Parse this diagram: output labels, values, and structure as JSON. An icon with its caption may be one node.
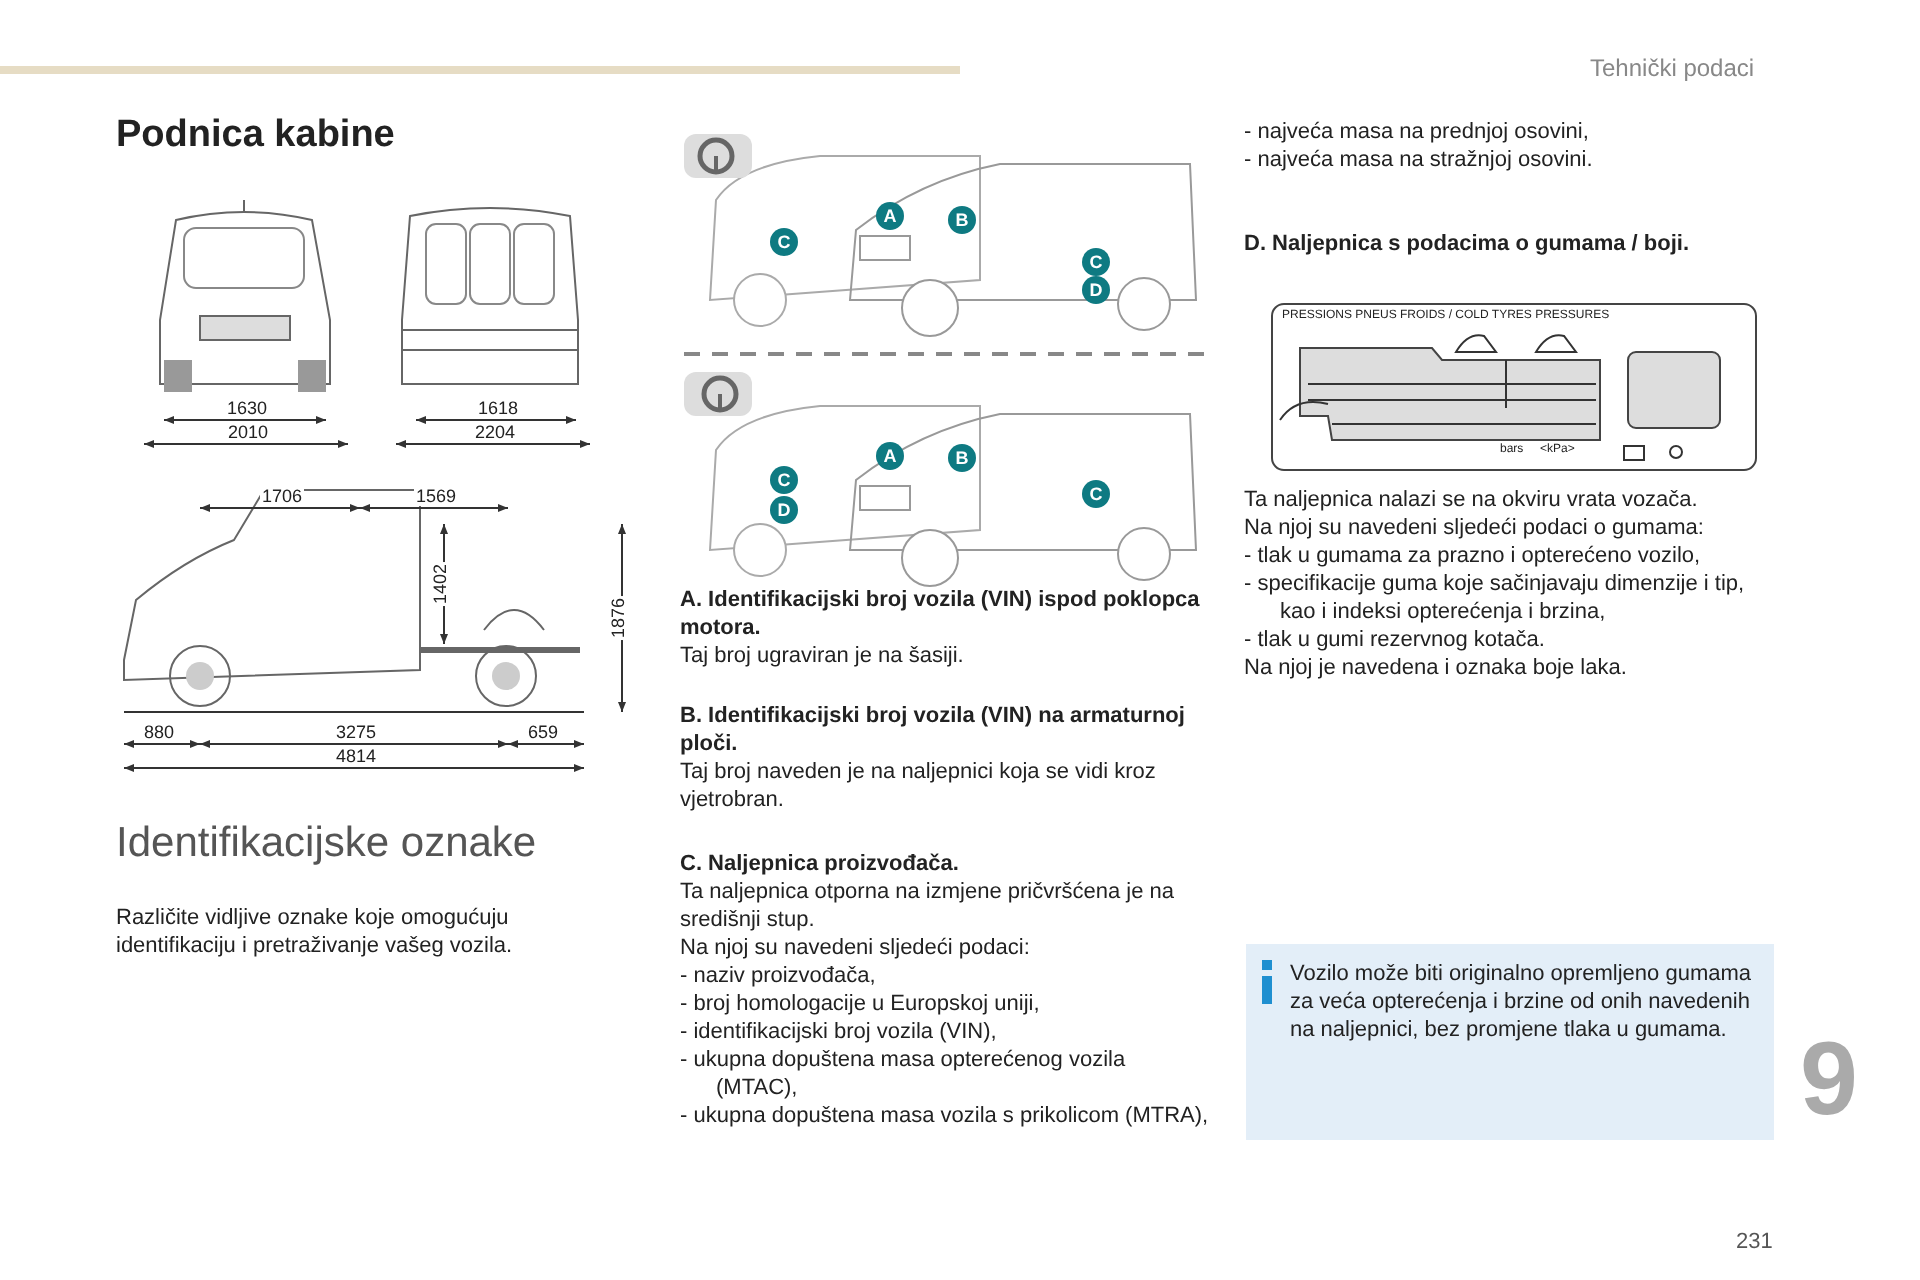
{
  "diagram": {
    "labels": [
      "Tehnički podaci",
      "Podnica kabine",
      "1630",
      "2010",
      "1618",
      "2204",
      "1706",
      "1569",
      "1402",
      "1876",
      "880",
      "3275",
      "659",
      "4814",
      "Identifikacijske oznake",
      "Različite vidljive oznake koje omogućuju identifikaciju i pretraživanje vašeg vozila.",
      "A",
      "B",
      "C",
      "C",
      "D",
      "A",
      "B",
      "C",
      "D",
      "C",
      "A. Identifikacijski broj vozila (VIN) ispod poklopca motora.",
      "Taj broj ugraviran je na šasiji.",
      "B. Identifikacijski broj vozila (VIN) na armaturnoj ploči.",
      "Taj broj naveden je na naljepnici koja se vidi kroz vjetrobran.",
      "C. Naljepnica proizvođača.",
      "Ta naljepnica otporna na izmjene pričvršćena je na središnji stup.",
      "Na njoj su navedeni sljedeći podaci:",
      "- naziv proizvođača,",
      "- broj homologacije u Europskoj uniji,",
      "- identifikacijski broj vozila (VIN),",
      "- ukupna dopuštena masa opterećenog vozila (MTAC),",
      "- ukupna dopuštena masa vozila s prikolicom (MTRA),",
      "- najveća masa na prednjoj osovini,",
      "- najveća masa na stražnjoj osovini.",
      "D. Naljepnica s podacima o gumama / boji.",
      "PRESSIONS PNEUS FROIDS / COLD TYRES PRESSURES",
      "bars",
      "<kPa>",
      "Ta naljepnica nalazi se na okviru vrata vozača.",
      "Na njoj su navedeni sljedeći podaci o gumama:",
      "- tlak u gumama za prazno i opterećeno vozilo,",
      "- specifikacije guma koje sačinjavaju dimenzije i tip, kao i indeksi opterećenja i brzina,",
      "- tlak u gumi rezervnog kotača.",
      "Na njoj je navedena i oznaka boje laka.",
      "Vozilo može biti originalno opremljeno gumama za veća opterećenja i brzine od onih navedenih na naljepnici, bez promjene tlaka u gumama.",
      "9",
      "231"
    ]
  }
}
